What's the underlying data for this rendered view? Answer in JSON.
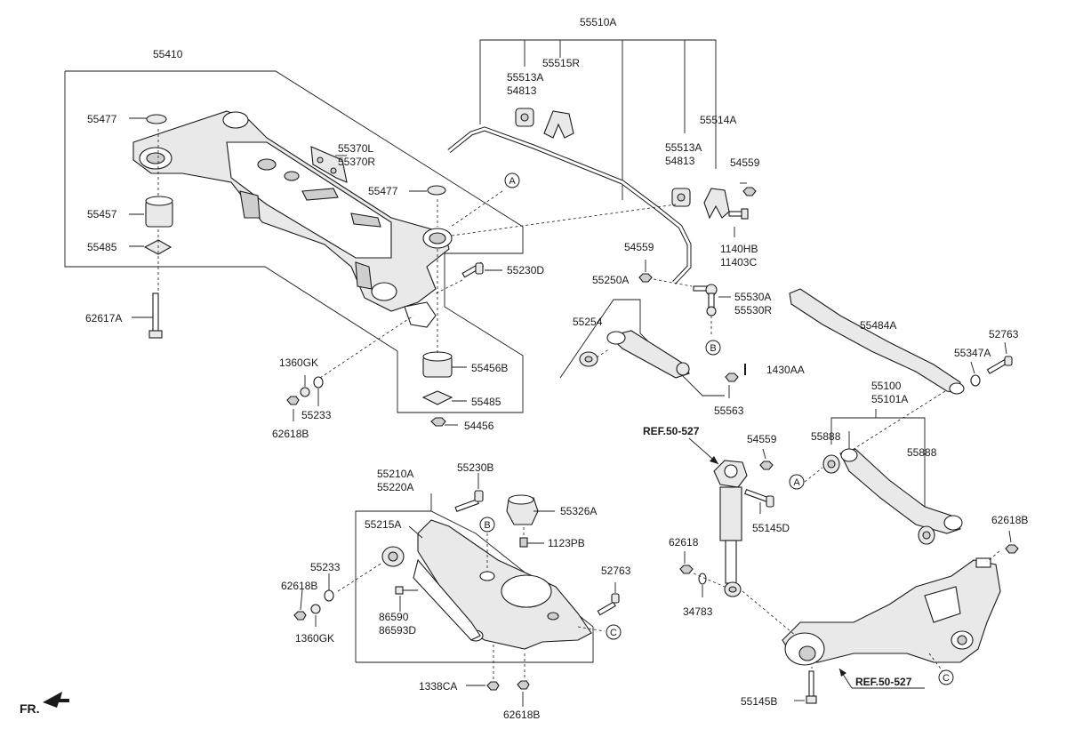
{
  "labels": {
    "p55410": "55410",
    "p55477_a": "55477",
    "p55457": "55457",
    "p55485_a": "55485",
    "p62617A": "62617A",
    "p55370L": "55370L",
    "p55370R": "55370R",
    "p55477_b": "55477",
    "p1360GK_a": "1360GK",
    "p55233_a": "55233",
    "p62618B_a": "62618B",
    "p55456B": "55456B",
    "p55485_b": "55485",
    "p54456": "54456",
    "p55230D": "55230D",
    "p55510A": "55510A",
    "p55513A_a": "55513A",
    "p54813_a": "54813",
    "p55515R": "55515R",
    "p55514A": "55514A",
    "p55513A_b": "55513A",
    "p54813_b": "54813",
    "p54559_a": "54559",
    "p1140HB": "1140HB",
    "p11403C": "11403C",
    "p54559_b": "54559",
    "p55250A": "55250A",
    "p55254": "55254",
    "p55530A": "55530A",
    "p55530R": "55530R",
    "p1430AA": "1430AA",
    "p55563": "55563",
    "p55484A": "55484A",
    "p55347A": "55347A",
    "p52763_a": "52763",
    "p55100": "55100",
    "p55101A": "55101A",
    "p55888_a": "55888",
    "p55888_b": "55888",
    "ref50527_a": "REF.50-527",
    "p54559_c": "54559",
    "p55145D": "55145D",
    "p62618": "62618",
    "p34783": "34783",
    "p62618B_b": "62618B",
    "ref50527_b": "REF.50-527",
    "p55145B": "55145B",
    "p55210A": "55210A",
    "p55220A": "55220A",
    "p55230B": "55230B",
    "p55326A": "55326A",
    "p55215A": "55215A",
    "p1123PB": "1123PB",
    "p55233_b": "55233",
    "p62618B_c": "62618B",
    "p1360GK_b": "1360GK",
    "p86590": "86590",
    "p86593D": "86593D",
    "p52763_b": "52763",
    "p1338CA": "1338CA",
    "p62618B_d": "62618B",
    "fr": "FR."
  },
  "callouts": {
    "A": "A",
    "B": "B",
    "C": "C"
  }
}
